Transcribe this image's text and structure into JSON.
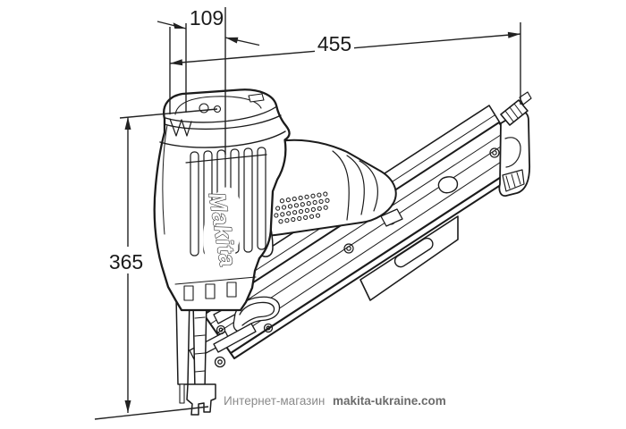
{
  "diagram": {
    "type": "technical-dimension-drawing",
    "subject": "pneumatic framing nailer line drawing",
    "dimensions": {
      "top_width": "109",
      "overall_length": "455",
      "overall_height": "365"
    },
    "branding": {
      "logo_text": "Makita"
    },
    "watermark": {
      "store_label": "Интернет-магазин",
      "site": "makita-ukraine.com"
    },
    "colors": {
      "line": "#1b1b1b",
      "dimension_line": "#222222",
      "watermark_label": "#8a8a8a",
      "watermark_site": "#6b6b6b",
      "background": "#ffffff"
    }
  }
}
